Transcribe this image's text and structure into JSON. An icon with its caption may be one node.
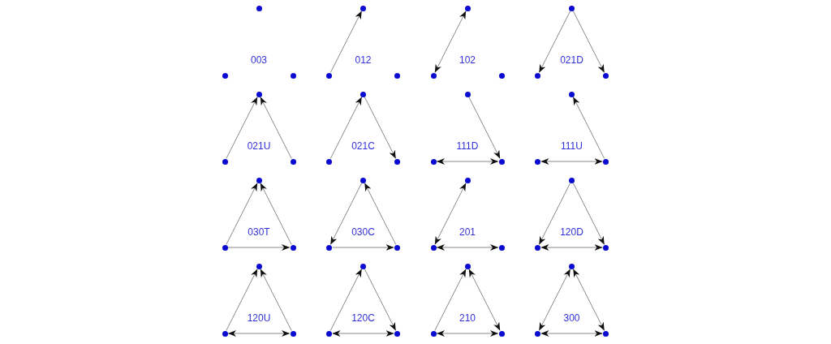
{
  "diagram": {
    "nodes": [
      {
        "text": [],
        "shape": "circle"
      },
      {
        "text": [],
        "shape": "circle"
      },
      {
        "text": [],
        "shape": "circle"
      },
      {
        "text": [],
        "shape": "circle"
      },
      {
        "text": [],
        "shape": "circle"
      },
      {
        "text": [],
        "shape": "circle"
      },
      {
        "text": [],
        "shape": "circle"
      },
      {
        "text": [],
        "shape": "circle"
      },
      {
        "text": [],
        "shape": "circle"
      },
      {
        "text": [],
        "shape": "circle"
      },
      {
        "text": [],
        "shape": "circle"
      },
      {
        "text": [],
        "shape": "circle"
      },
      {
        "text": [],
        "shape": "circle"
      },
      {
        "text": [],
        "shape": "circle"
      },
      {
        "text": [],
        "shape": "circle"
      },
      {
        "text": [],
        "shape": "circle"
      },
      {
        "text": [],
        "shape": "circle"
      },
      {
        "text": [],
        "shape": "circle"
      },
      {
        "text": [],
        "shape": "circle"
      },
      {
        "text": [],
        "shape": "circle"
      },
      {
        "text": [],
        "shape": "circle"
      },
      {
        "text": [],
        "shape": "circle"
      },
      {
        "text": [],
        "shape": "circle"
      },
      {
        "text": [],
        "shape": "circle"
      },
      {
        "text": [],
        "shape": "circle"
      },
      {
        "text": [],
        "shape": "circle"
      },
      {
        "text": [],
        "shape": "circle"
      },
      {
        "text": [],
        "shape": "circle"
      },
      {
        "text": [],
        "shape": "circle"
      },
      {
        "text": [],
        "shape": "circle"
      },
      {
        "text": [],
        "shape": "circle"
      },
      {
        "text": [],
        "shape": "circle"
      },
      {
        "text": [],
        "shape": "circle"
      },
      {
        "text": [],
        "shape": "circle"
      },
      {
        "text": [],
        "shape": "circle"
      },
      {
        "text": [],
        "shape": "circle"
      },
      {
        "text": [],
        "shape": "circle"
      },
      {
        "text": [],
        "shape": "circle"
      },
      {
        "text": [],
        "shape": "circle"
      },
      {
        "text": [],
        "shape": "circle"
      },
      {
        "text": [],
        "shape": "circle"
      },
      {
        "text": [],
        "shape": "circle"
      },
      {
        "text": [],
        "shape": "circle"
      },
      {
        "text": [],
        "shape": "circle"
      },
      {
        "text": [],
        "shape": "circle"
      },
      {
        "text": [],
        "shape": "circle"
      },
      {
        "text": [],
        "shape": "circle"
      },
      {
        "text": [],
        "shape": "circle"
      }
    ],
    "edges": [
      {
        "from": 4,
        "to": 3,
        "arrow": "to"
      },
      {
        "from": 7,
        "to": 6,
        "arrow": "both"
      },
      {
        "from": 9,
        "to": 10,
        "arrow": "to"
      },
      {
        "from": 9,
        "to": 11,
        "arrow": "to"
      },
      {
        "from": 13,
        "to": 12,
        "arrow": "to"
      },
      {
        "from": 14,
        "to": 12,
        "arrow": "to"
      },
      {
        "from": 16,
        "to": 15,
        "arrow": "to"
      },
      {
        "from": 15,
        "to": 17,
        "arrow": "to"
      },
      {
        "from": 18,
        "to": 20,
        "arrow": "to"
      },
      {
        "from": 19,
        "to": 20,
        "arrow": "both"
      },
      {
        "from": 23,
        "to": 21,
        "arrow": "to"
      },
      {
        "from": 22,
        "to": 23,
        "arrow": "both"
      },
      {
        "from": 25,
        "to": 24,
        "arrow": "to"
      },
      {
        "from": 26,
        "to": 24,
        "arrow": "to"
      },
      {
        "from": 25,
        "to": 26,
        "arrow": "to"
      },
      {
        "from": 27,
        "to": 28,
        "arrow": "to"
      },
      {
        "from": 29,
        "to": 27,
        "arrow": "to"
      },
      {
        "from": 28,
        "to": 29,
        "arrow": "to"
      },
      {
        "from": 31,
        "to": 30,
        "arrow": "both"
      },
      {
        "from": 31,
        "to": 32,
        "arrow": "both"
      },
      {
        "from": 33,
        "to": 34,
        "arrow": "to"
      },
      {
        "from": 33,
        "to": 35,
        "arrow": "to"
      },
      {
        "from": 34,
        "to": 35,
        "arrow": "both"
      },
      {
        "from": 37,
        "to": 36,
        "arrow": "to"
      },
      {
        "from": 38,
        "to": 36,
        "arrow": "to"
      },
      {
        "from": 37,
        "to": 38,
        "arrow": "both"
      },
      {
        "from": 40,
        "to": 39,
        "arrow": "to"
      },
      {
        "from": 39,
        "to": 41,
        "arrow": "to"
      },
      {
        "from": 40,
        "to": 41,
        "arrow": "both"
      },
      {
        "from": 43,
        "to": 42,
        "arrow": "to"
      },
      {
        "from": 42,
        "to": 44,
        "arrow": "both"
      },
      {
        "from": 43,
        "to": 44,
        "arrow": "both"
      },
      {
        "from": 46,
        "to": 45,
        "arrow": "both"
      },
      {
        "from": 45,
        "to": 47,
        "arrow": "both"
      },
      {
        "from": 46,
        "to": 47,
        "arrow": "both"
      }
    ],
    "labels": [
      "003",
      "012",
      "102",
      "021D",
      "021U",
      "021C",
      "111D",
      "111U",
      "030T",
      "030C",
      "201",
      "120D",
      "120U",
      "120C",
      "210",
      "300"
    ]
  }
}
